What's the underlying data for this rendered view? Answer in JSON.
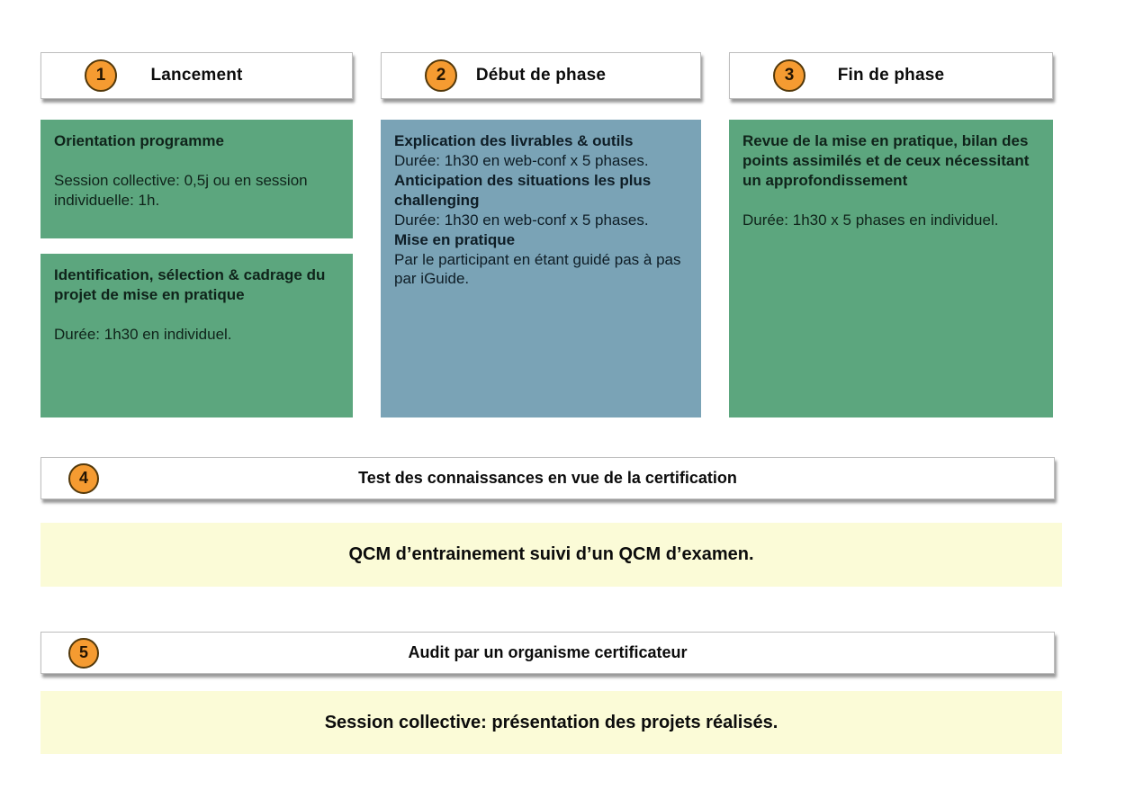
{
  "colors": {
    "green_box": "#5CA67E",
    "blue_box": "#7AA3B6",
    "yellow_note": "#FBFBD7",
    "badge_orange": "#F59B31",
    "badge_border": "#52380a"
  },
  "columns": [
    {
      "number": "1",
      "title": "Lancement",
      "boxes": [
        {
          "heading": "Orientation programme",
          "body": "Session collective: 0,5j ou en session individuelle: 1h."
        },
        {
          "heading": "Identification, sélection & cadrage du projet de mise en pratique",
          "body": "Durée: 1h30 en individuel."
        }
      ]
    },
    {
      "number": "2",
      "title": "Début de phase",
      "box": {
        "segments": [
          {
            "bold": true,
            "text": "Explication des livrables & outils"
          },
          {
            "bold": false,
            "text": "Durée: 1h30 en web-conf x 5 phases."
          },
          {
            "bold": true,
            "text": "Anticipation des situations les plus challenging"
          },
          {
            "bold": false,
            "text": "Durée: 1h30 en web-conf x 5 phases."
          },
          {
            "bold": true,
            "text": "Mise en pratique"
          },
          {
            "bold": false,
            "text": "Par le participant en étant guidé pas à pas par iGuide."
          }
        ]
      }
    },
    {
      "number": "3",
      "title": "Fin de phase",
      "box": {
        "heading": "Revue de la mise en pratique, bilan des points assimilés et de ceux nécessitant un approfondissement",
        "body": "Durée: 1h30 x 5 phases en individuel."
      }
    }
  ],
  "rows": [
    {
      "number": "4",
      "title": "Test des connaissances en vue de la certification",
      "note": "QCM d’entrainement suivi d’un QCM d’examen."
    },
    {
      "number": "5",
      "title": "Audit par un organisme certificateur",
      "note": "Session collective: présentation des projets réalisés."
    }
  ]
}
